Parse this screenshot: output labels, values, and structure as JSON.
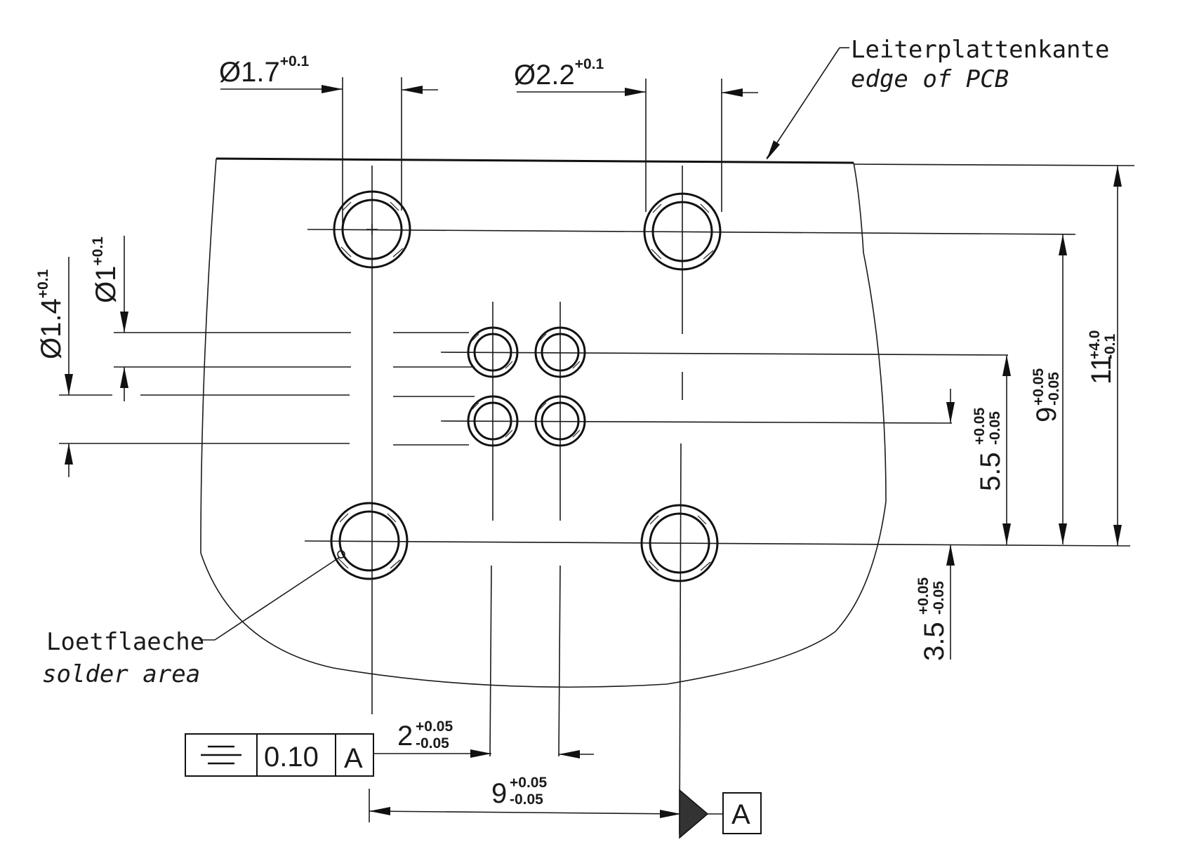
{
  "labels": {
    "pcb_edge_de": "Leiterplattenkante",
    "pcb_edge_en": "edge of PCB",
    "solder_de": "Loetflaeche",
    "solder_en": "solder area"
  },
  "diameters": {
    "large_hole": {
      "symbol": "Ø",
      "value": "1.7",
      "tol": "+0.1"
    },
    "large_pad": {
      "symbol": "Ø",
      "value": "2.2",
      "tol": "+0.1"
    },
    "small_pad": {
      "symbol": "Ø",
      "value": "1.4",
      "tol": "+0.1"
    },
    "small_hole": {
      "symbol": "Ø",
      "value": "1",
      "tol": "+0.1"
    }
  },
  "dimensions": {
    "d_11": {
      "value": "11",
      "upper": "+4.0",
      "lower": "-0.1"
    },
    "d_9v": {
      "value": "9",
      "upper": "+0.05",
      "lower": "-0.05"
    },
    "d_5_5": {
      "value": "5.5",
      "upper": "+0.05",
      "lower": "-0.05"
    },
    "d_3_5": {
      "value": "3.5",
      "upper": "+0.05",
      "lower": "-0.05"
    },
    "d_2": {
      "value": "2",
      "upper": "+0.05",
      "lower": "-0.05"
    },
    "d_9h": {
      "value": "9",
      "upper": "+0.05",
      "lower": "-0.05"
    }
  },
  "tolerance_frame": {
    "symbol": "symmetry",
    "value": "0.10",
    "datum": "A"
  },
  "datum_label": "A"
}
